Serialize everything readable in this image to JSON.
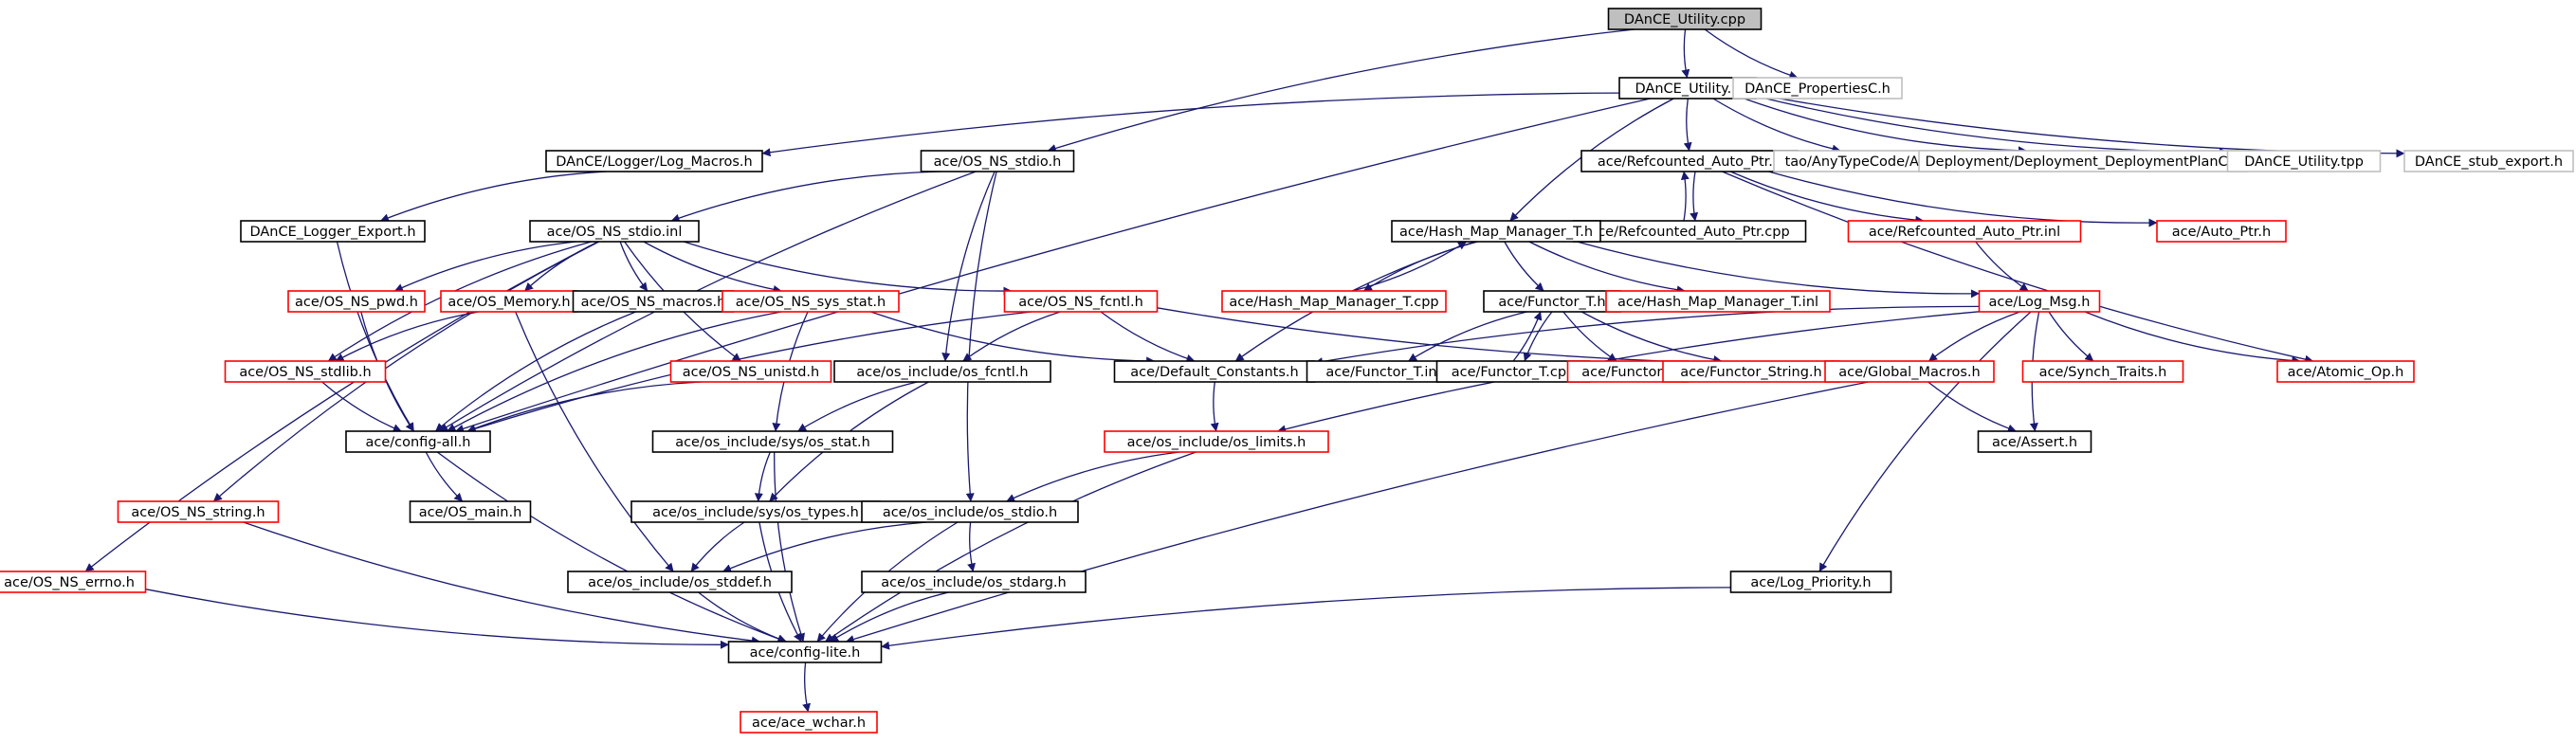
{
  "colors": {
    "root_fill": "#bfbfbf",
    "normal_border": "#000000",
    "incomplete_border": "#ff0000",
    "external_border": "#bfbfbf",
    "edge": "#191970",
    "text": "#000000"
  },
  "nodes": [
    {
      "id": "dance_utility_cpp",
      "label": "DAnCE_Utility.cpp",
      "style": "root"
    },
    {
      "id": "dance_utility_h",
      "label": "DAnCE_Utility.h",
      "style": "normal"
    },
    {
      "id": "dance_propertiesc_h",
      "label": "DAnCE_PropertiesC.h",
      "style": "external"
    },
    {
      "id": "log_macros_h",
      "label": "DAnCE/Logger/Log_Macros.h",
      "style": "normal"
    },
    {
      "id": "os_ns_stdio_h",
      "label": "ace/OS_NS_stdio.h",
      "style": "normal"
    },
    {
      "id": "refcounted_auto_ptr_h",
      "label": "ace/Refcounted_Auto_Ptr.h",
      "style": "normal"
    },
    {
      "id": "anytypecode_any_h",
      "label": "tao/AnyTypeCode/Any.h",
      "style": "external"
    },
    {
      "id": "deploymentplanc_h",
      "label": "Deployment/Deployment_DeploymentPlanC.h",
      "style": "external"
    },
    {
      "id": "dance_utility_tpp",
      "label": "DAnCE_Utility.tpp",
      "style": "external"
    },
    {
      "id": "dance_stub_export_h",
      "label": "DAnCE_stub_export.h",
      "style": "external"
    },
    {
      "id": "dance_logger_export_h",
      "label": "DAnCE_Logger_Export.h",
      "style": "normal"
    },
    {
      "id": "os_ns_stdio_inl",
      "label": "ace/OS_NS_stdio.inl",
      "style": "normal"
    },
    {
      "id": "refcounted_auto_ptr_cpp",
      "label": "ace/Refcounted_Auto_Ptr.cpp",
      "style": "normal"
    },
    {
      "id": "hash_map_manager_t_h",
      "label": "ace/Hash_Map_Manager_T.h",
      "style": "normal"
    },
    {
      "id": "refcounted_auto_ptr_inl",
      "label": "ace/Refcounted_Auto_Ptr.inl",
      "style": "incomplete"
    },
    {
      "id": "auto_ptr_h",
      "label": "ace/Auto_Ptr.h",
      "style": "incomplete"
    },
    {
      "id": "os_ns_pwd_h",
      "label": "ace/OS_NS_pwd.h",
      "style": "incomplete"
    },
    {
      "id": "os_memory_h",
      "label": "ace/OS_Memory.h",
      "style": "incomplete"
    },
    {
      "id": "os_ns_macros_h",
      "label": "ace/OS_NS_macros.h",
      "style": "normal"
    },
    {
      "id": "os_ns_sys_stat_h",
      "label": "ace/OS_NS_sys_stat.h",
      "style": "incomplete"
    },
    {
      "id": "os_ns_fcntl_h",
      "label": "ace/OS_NS_fcntl.h",
      "style": "incomplete"
    },
    {
      "id": "hash_map_manager_t_cpp",
      "label": "ace/Hash_Map_Manager_T.cpp",
      "style": "incomplete"
    },
    {
      "id": "functor_t_h",
      "label": "ace/Functor_T.h",
      "style": "normal"
    },
    {
      "id": "hash_map_manager_t_inl",
      "label": "ace/Hash_Map_Manager_T.inl",
      "style": "incomplete"
    },
    {
      "id": "log_msg_h",
      "label": "ace/Log_Msg.h",
      "style": "incomplete"
    },
    {
      "id": "os_ns_stdlib_h",
      "label": "ace/OS_NS_stdlib.h",
      "style": "incomplete"
    },
    {
      "id": "os_ns_unistd_h",
      "label": "ace/OS_NS_unistd.h",
      "style": "incomplete"
    },
    {
      "id": "os_include_os_fcntl_h",
      "label": "ace/os_include/os_fcntl.h",
      "style": "normal"
    },
    {
      "id": "default_constants_h",
      "label": "ace/Default_Constants.h",
      "style": "normal"
    },
    {
      "id": "functor_t_inl",
      "label": "ace/Functor_T.inl",
      "style": "normal"
    },
    {
      "id": "functor_t_cpp",
      "label": "ace/Functor_T.cpp",
      "style": "normal"
    },
    {
      "id": "functor_h",
      "label": "ace/Functor.h",
      "style": "incomplete"
    },
    {
      "id": "functor_string_h",
      "label": "ace/Functor_String.h",
      "style": "incomplete"
    },
    {
      "id": "global_macros_h",
      "label": "ace/Global_Macros.h",
      "style": "incomplete"
    },
    {
      "id": "synch_traits_h",
      "label": "ace/Synch_Traits.h",
      "style": "incomplete"
    },
    {
      "id": "atomic_op_h",
      "label": "ace/Atomic_Op.h",
      "style": "incomplete"
    },
    {
      "id": "config_all_h",
      "label": "ace/config-all.h",
      "style": "normal"
    },
    {
      "id": "os_include_sys_os_stat_h",
      "label": "ace/os_include/sys/os_stat.h",
      "style": "normal"
    },
    {
      "id": "os_include_os_limits_h",
      "label": "ace/os_include/os_limits.h",
      "style": "incomplete"
    },
    {
      "id": "assert_h",
      "label": "ace/Assert.h",
      "style": "normal"
    },
    {
      "id": "os_ns_string_h",
      "label": "ace/OS_NS_string.h",
      "style": "incomplete"
    },
    {
      "id": "os_main_h",
      "label": "ace/OS_main.h",
      "style": "normal"
    },
    {
      "id": "os_include_sys_os_types_h",
      "label": "ace/os_include/sys/os_types.h",
      "style": "normal"
    },
    {
      "id": "os_include_os_stdio_h",
      "label": "ace/os_include/os_stdio.h",
      "style": "normal"
    },
    {
      "id": "os_ns_errno_h",
      "label": "ace/OS_NS_errno.h",
      "style": "incomplete"
    },
    {
      "id": "os_include_os_stddef_h",
      "label": "ace/os_include/os_stddef.h",
      "style": "normal"
    },
    {
      "id": "os_include_os_stdarg_h",
      "label": "ace/os_include/os_stdarg.h",
      "style": "normal"
    },
    {
      "id": "log_priority_h",
      "label": "ace/Log_Priority.h",
      "style": "normal"
    },
    {
      "id": "config_lite_h",
      "label": "ace/config-lite.h",
      "style": "normal"
    },
    {
      "id": "ace_wchar_h",
      "label": "ace/ace_wchar.h",
      "style": "incomplete"
    }
  ],
  "edges": [
    [
      "dance_utility_cpp",
      "dance_utility_h"
    ],
    [
      "dance_utility_cpp",
      "dance_propertiesc_h"
    ],
    [
      "dance_utility_cpp",
      "os_ns_stdio_h"
    ],
    [
      "dance_utility_h",
      "log_macros_h"
    ],
    [
      "dance_utility_h",
      "config_all_h"
    ],
    [
      "dance_utility_h",
      "refcounted_auto_ptr_h"
    ],
    [
      "dance_utility_h",
      "hash_map_manager_t_h"
    ],
    [
      "dance_utility_h",
      "anytypecode_any_h"
    ],
    [
      "dance_utility_h",
      "deploymentplanc_h"
    ],
    [
      "dance_utility_h",
      "dance_utility_tpp"
    ],
    [
      "dance_utility_h",
      "dance_stub_export_h"
    ],
    [
      "log_macros_h",
      "dance_logger_export_h"
    ],
    [
      "dance_logger_export_h",
      "config_all_h"
    ],
    [
      "os_ns_stdio_h",
      "os_ns_stdio_inl"
    ],
    [
      "os_ns_stdio_h",
      "config_all_h"
    ],
    [
      "os_ns_stdio_h",
      "os_include_os_fcntl_h"
    ],
    [
      "os_ns_stdio_h",
      "os_include_os_stdio_h"
    ],
    [
      "os_ns_stdio_inl",
      "os_ns_errno_h"
    ],
    [
      "os_ns_stdio_inl",
      "os_ns_string_h"
    ],
    [
      "os_ns_stdio_inl",
      "os_ns_stdlib_h"
    ],
    [
      "os_ns_stdio_inl",
      "os_ns_pwd_h"
    ],
    [
      "os_ns_stdio_inl",
      "os_memory_h"
    ],
    [
      "os_ns_stdio_inl",
      "os_ns_macros_h"
    ],
    [
      "os_ns_stdio_inl",
      "os_ns_sys_stat_h"
    ],
    [
      "os_ns_stdio_inl",
      "os_ns_fcntl_h"
    ],
    [
      "os_ns_stdio_inl",
      "os_ns_unistd_h"
    ],
    [
      "os_ns_pwd_h",
      "config_all_h"
    ],
    [
      "os_memory_h",
      "os_ns_stdlib_h"
    ],
    [
      "os_memory_h",
      "os_include_os_stddef_h"
    ],
    [
      "os_ns_macros_h",
      "config_all_h"
    ],
    [
      "os_ns_sys_stat_h",
      "config_all_h"
    ],
    [
      "os_ns_sys_stat_h",
      "os_include_sys_os_stat_h"
    ],
    [
      "os_ns_sys_stat_h",
      "default_constants_h"
    ],
    [
      "os_ns_fcntl_h",
      "config_all_h"
    ],
    [
      "os_ns_fcntl_h",
      "os_include_os_fcntl_h"
    ],
    [
      "os_ns_fcntl_h",
      "default_constants_h"
    ],
    [
      "os_ns_fcntl_h",
      "global_macros_h"
    ],
    [
      "os_ns_stdlib_h",
      "config_all_h"
    ],
    [
      "os_ns_unistd_h",
      "config_all_h"
    ],
    [
      "os_include_os_fcntl_h",
      "os_include_sys_os_stat_h"
    ],
    [
      "os_include_os_fcntl_h",
      "os_include_sys_os_types_h"
    ],
    [
      "refcounted_auto_ptr_h",
      "refcounted_auto_ptr_cpp"
    ],
    [
      "refcounted_auto_ptr_cpp",
      "refcounted_auto_ptr_h"
    ],
    [
      "refcounted_auto_ptr_h",
      "refcounted_auto_ptr_inl"
    ],
    [
      "refcounted_auto_ptr_h",
      "auto_ptr_h"
    ],
    [
      "refcounted_auto_ptr_h",
      "atomic_op_h"
    ],
    [
      "refcounted_auto_ptr_inl",
      "log_msg_h"
    ],
    [
      "hash_map_manager_t_h",
      "hash_map_manager_t_cpp"
    ],
    [
      "hash_map_manager_t_cpp",
      "hash_map_manager_t_h"
    ],
    [
      "hash_map_manager_t_h",
      "functor_t_h"
    ],
    [
      "hash_map_manager_t_h",
      "hash_map_manager_t_inl"
    ],
    [
      "hash_map_manager_t_h",
      "log_msg_h"
    ],
    [
      "hash_map_manager_t_h",
      "default_constants_h"
    ],
    [
      "functor_t_h",
      "functor_t_inl"
    ],
    [
      "functor_t_h",
      "functor_t_cpp"
    ],
    [
      "functor_t_cpp",
      "functor_t_h"
    ],
    [
      "functor_t_h",
      "functor_h"
    ],
    [
      "functor_t_h",
      "functor_string_h"
    ],
    [
      "log_msg_h",
      "default_constants_h"
    ],
    [
      "log_msg_h",
      "global_macros_h"
    ],
    [
      "log_msg_h",
      "synch_traits_h"
    ],
    [
      "log_msg_h",
      "atomic_op_h"
    ],
    [
      "log_msg_h",
      "assert_h"
    ],
    [
      "log_msg_h",
      "os_include_os_limits_h"
    ],
    [
      "log_msg_h",
      "log_priority_h"
    ],
    [
      "global_macros_h",
      "assert_h"
    ],
    [
      "global_macros_h",
      "config_lite_h"
    ],
    [
      "default_constants_h",
      "os_include_os_limits_h"
    ],
    [
      "os_include_os_limits_h",
      "os_include_os_stdio_h"
    ],
    [
      "os_include_os_limits_h",
      "config_lite_h"
    ],
    [
      "config_all_h",
      "os_main_h"
    ],
    [
      "config_all_h",
      "config_lite_h"
    ],
    [
      "os_include_sys_os_stat_h",
      "os_include_sys_os_types_h"
    ],
    [
      "os_include_sys_os_stat_h",
      "config_lite_h"
    ],
    [
      "os_include_sys_os_types_h",
      "os_include_os_stddef_h"
    ],
    [
      "os_include_sys_os_types_h",
      "config_lite_h"
    ],
    [
      "os_include_os_stdio_h",
      "os_include_os_stddef_h"
    ],
    [
      "os_include_os_stdio_h",
      "os_include_os_stdarg_h"
    ],
    [
      "os_include_os_stdio_h",
      "config_lite_h"
    ],
    [
      "os_include_os_stddef_h",
      "config_lite_h"
    ],
    [
      "os_include_os_stdarg_h",
      "config_lite_h"
    ],
    [
      "os_ns_string_h",
      "config_lite_h"
    ],
    [
      "os_ns_errno_h",
      "config_lite_h"
    ],
    [
      "log_priority_h",
      "config_lite_h"
    ],
    [
      "config_lite_h",
      "ace_wchar_h"
    ]
  ]
}
